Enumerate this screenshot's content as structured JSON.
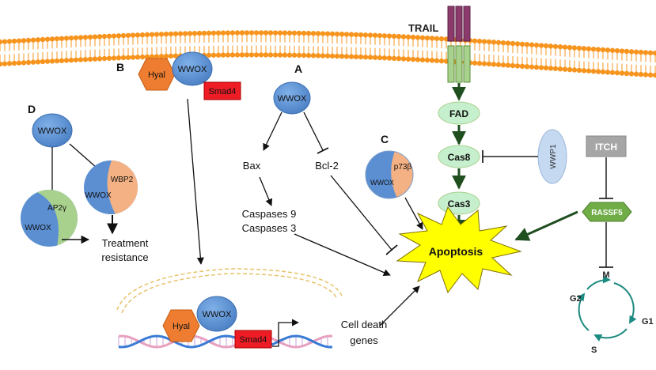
{
  "panels": {
    "A": "A",
    "B": "B",
    "C": "C",
    "D": "D"
  },
  "proteins": {
    "wwox": "WWOX",
    "hyal": "Hyal",
    "smad4": "Smad4",
    "wbp2": "WBP2",
    "ap2g": "AP2γ",
    "p73b": "p73β",
    "trail": "TRAIL",
    "fad": "FAD",
    "cas8": "Cas8",
    "cas3": "Cas3",
    "wwp1": "WWP1",
    "itch": "ITCH",
    "rassf5": "RASSF5",
    "bax": "Bax",
    "bcl2": "Bcl-2"
  },
  "labels": {
    "caspases9": "Caspases 9",
    "caspases3": "Caspases 3",
    "treatment1": "Treatment",
    "treatment2": "resistance",
    "celldeath1": "Cell death",
    "celldeath2": "genes",
    "apoptosis": "Apoptosis"
  },
  "cell_cycle": {
    "M": "M",
    "G1": "G1",
    "S": "S",
    "G2": "G2"
  },
  "colors": {
    "membrane": "#f7941d",
    "wwox_blue": "#5b8fd2",
    "hyal_orange": "#ee7d31",
    "smad4_red": "#ee1c25",
    "wbp2_peach": "#f4b183",
    "ap2_green": "#a9d18e",
    "caspase_green": "#c6efce",
    "rassf5_green": "#70ad47",
    "itch_grey": "#a6a6a6",
    "trail_purple": "#8b3a6b",
    "trail_green": "#a9d18e",
    "apoptosis_yellow": "#ffff00",
    "arrow_dark_green": "#1f4e1f",
    "cycle_teal": "#1b8a80",
    "dna_pink": "#e8a0c0",
    "dna_blue": "#3a7bd5"
  }
}
